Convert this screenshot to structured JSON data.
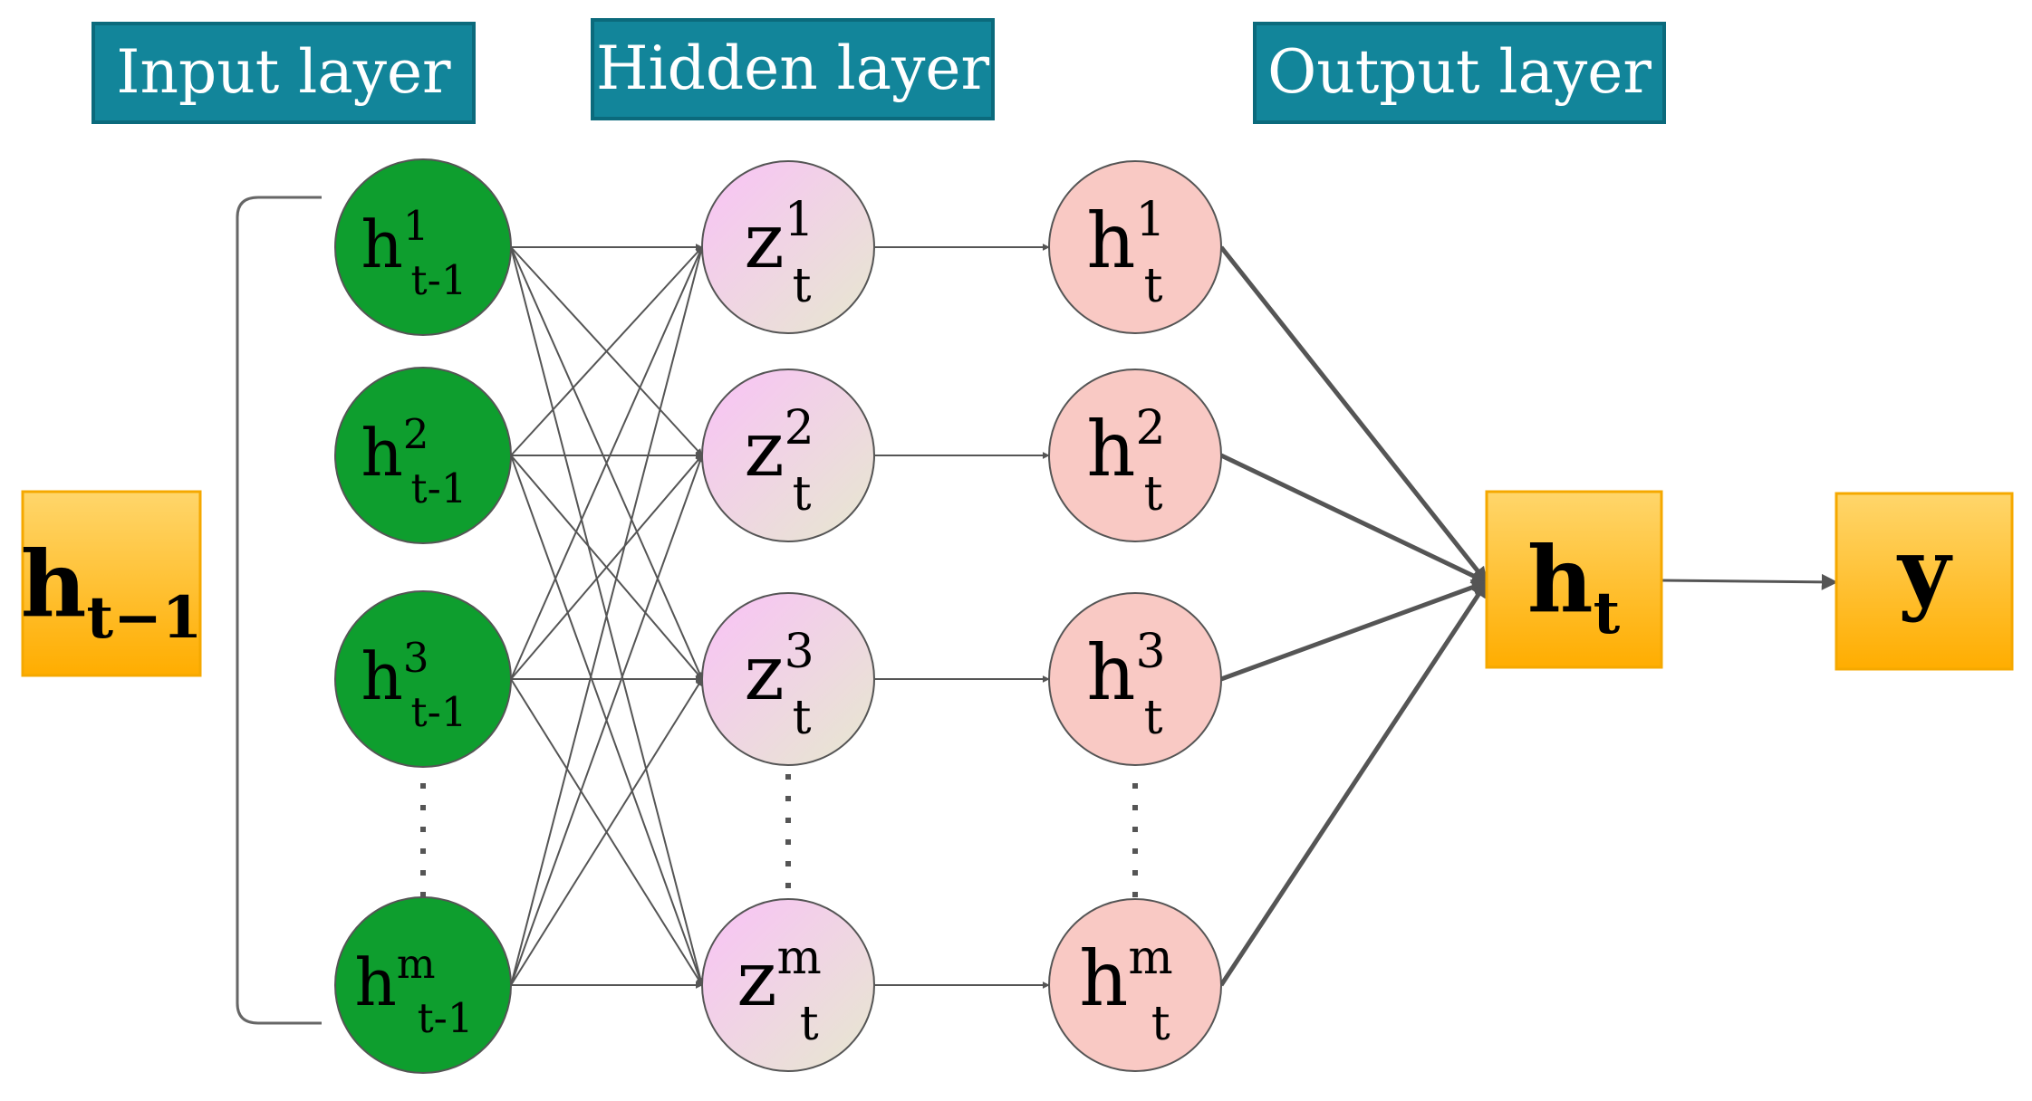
{
  "headers": {
    "input": "Input layer",
    "hidden": "Hidden layer",
    "output": "Output layer"
  },
  "input_box": {
    "base": "h",
    "sub": "t−1"
  },
  "output_box": {
    "base": "h",
    "sub": "t"
  },
  "final_box": {
    "label": "y"
  },
  "input_nodes": [
    {
      "base": "h",
      "sup": "1",
      "sub": "t-1"
    },
    {
      "base": "h",
      "sup": "2",
      "sub": "t-1"
    },
    {
      "base": "h",
      "sup": "3",
      "sub": "t-1"
    },
    {
      "base": "h",
      "sup": "m",
      "sub": "t-1"
    }
  ],
  "hidden_nodes": [
    {
      "base": "z",
      "sup": "1",
      "sub": "t"
    },
    {
      "base": "z",
      "sup": "2",
      "sub": "t"
    },
    {
      "base": "z",
      "sup": "3",
      "sub": "t"
    },
    {
      "base": "z",
      "sup": "m",
      "sub": "t"
    }
  ],
  "output_nodes": [
    {
      "base": "h",
      "sup": "1",
      "sub": "t"
    },
    {
      "base": "h",
      "sup": "2",
      "sub": "t"
    },
    {
      "base": "h",
      "sup": "3",
      "sub": "t"
    },
    {
      "base": "h",
      "sup": "m",
      "sub": "t"
    }
  ],
  "colors": {
    "header_bg": "#12859A",
    "header_border": "#0B6A7C",
    "input_node": "#0E9E2E",
    "hidden_node_top": "#F7C6F5",
    "hidden_node_bottom": "#E8E6D2",
    "output_node": "#F9C9C4",
    "box_top": "#FFD66B",
    "box_bottom": "#FFAD00",
    "line": "#555555"
  }
}
